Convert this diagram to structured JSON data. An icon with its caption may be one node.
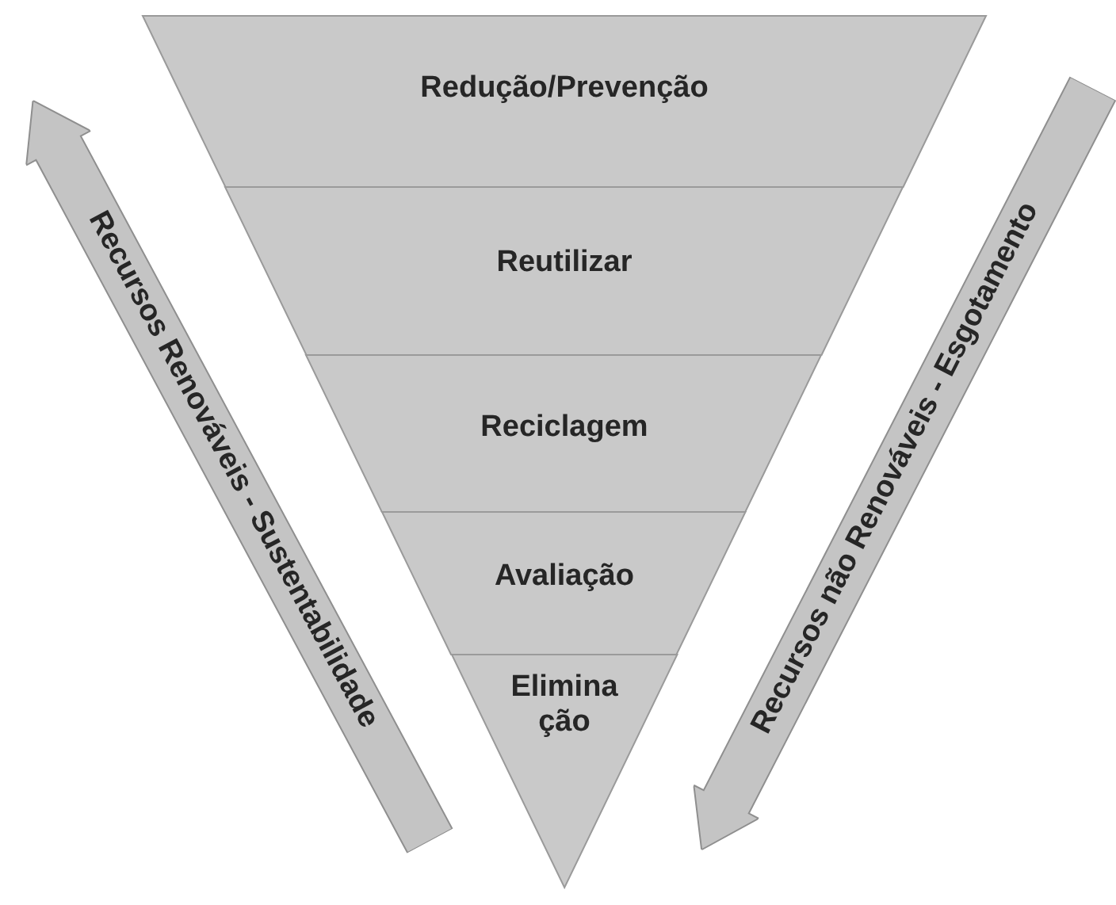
{
  "diagram": {
    "nodes": [
      {
        "text": [
          "Redução/Prevenção"
        ]
      },
      {
        "text": [
          "Reutilizar"
        ]
      },
      {
        "text": [
          "Reciclagem"
        ]
      },
      {
        "text": [
          "Avaliação"
        ]
      },
      {
        "text": [
          "Elimina ção"
        ]
      }
    ],
    "labels": [
      "Recursos Renováveis - Sustentabilidade",
      "Recursos não Renováveis - Esgotamento"
    ]
  }
}
